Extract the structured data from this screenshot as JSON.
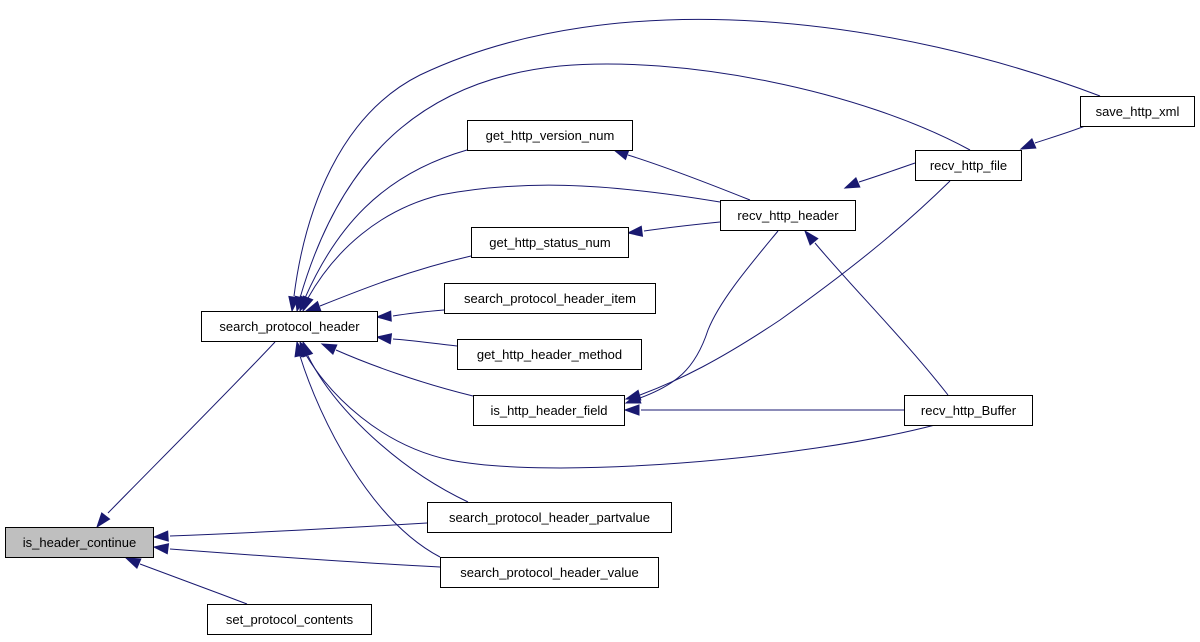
{
  "diagram": {
    "type": "call-graph",
    "colors": {
      "edge": "#191970",
      "node_border": "#000000",
      "node_fill": "#ffffff",
      "focus_fill": "#bfbfbf",
      "highlight_border": "#ff0000"
    },
    "nodes": [
      {
        "id": "is_header_continue",
        "label": "is_header_continue",
        "style": "focus"
      },
      {
        "id": "search_protocol_header",
        "label": "search_protocol_header",
        "style": "normal"
      },
      {
        "id": "set_protocol_contents",
        "label": "set_protocol_contents",
        "style": "normal"
      },
      {
        "id": "get_http_version_num",
        "label": "get_http_version_num",
        "style": "normal"
      },
      {
        "id": "get_http_status_num",
        "label": "get_http_status_num",
        "style": "normal"
      },
      {
        "id": "search_protocol_header_item",
        "label": "search_protocol_header_item",
        "style": "normal"
      },
      {
        "id": "get_http_header_method",
        "label": "get_http_header_method",
        "style": "normal"
      },
      {
        "id": "is_http_header_field",
        "label": "is_http_header_field",
        "style": "normal"
      },
      {
        "id": "search_protocol_header_partvalue",
        "label": "search_protocol_header_partvalue",
        "style": "normal"
      },
      {
        "id": "search_protocol_header_value",
        "label": "search_protocol_header_value",
        "style": "normal"
      },
      {
        "id": "recv_http_header",
        "label": "recv_http_header",
        "style": "highlight"
      },
      {
        "id": "recv_http_file",
        "label": "recv_http_file",
        "style": "normal"
      },
      {
        "id": "recv_http_Buffer",
        "label": "recv_http_Buffer",
        "style": "normal"
      },
      {
        "id": "save_http_xml",
        "label": "save_http_xml",
        "style": "normal"
      }
    ],
    "edges": [
      {
        "from": "search_protocol_header",
        "to": "is_header_continue"
      },
      {
        "from": "search_protocol_header_partvalue",
        "to": "is_header_continue"
      },
      {
        "from": "search_protocol_header_value",
        "to": "is_header_continue"
      },
      {
        "from": "set_protocol_contents",
        "to": "is_header_continue"
      },
      {
        "from": "save_http_xml",
        "to": "search_protocol_header"
      },
      {
        "from": "recv_http_file",
        "to": "search_protocol_header"
      },
      {
        "from": "get_http_version_num",
        "to": "search_protocol_header"
      },
      {
        "from": "recv_http_header",
        "to": "search_protocol_header"
      },
      {
        "from": "get_http_status_num",
        "to": "search_protocol_header"
      },
      {
        "from": "search_protocol_header_item",
        "to": "search_protocol_header"
      },
      {
        "from": "get_http_header_method",
        "to": "search_protocol_header"
      },
      {
        "from": "is_http_header_field",
        "to": "search_protocol_header"
      },
      {
        "from": "recv_http_Buffer",
        "to": "search_protocol_header"
      },
      {
        "from": "search_protocol_header_partvalue",
        "to": "search_protocol_header"
      },
      {
        "from": "search_protocol_header_value",
        "to": "search_protocol_header"
      },
      {
        "from": "recv_http_header",
        "to": "get_http_version_num"
      },
      {
        "from": "recv_http_header",
        "to": "get_http_status_num"
      },
      {
        "from": "recv_http_header",
        "to": "is_http_header_field"
      },
      {
        "from": "recv_http_file",
        "to": "is_http_header_field"
      },
      {
        "from": "recv_http_Buffer",
        "to": "is_http_header_field"
      },
      {
        "from": "recv_http_file",
        "to": "recv_http_header"
      },
      {
        "from": "recv_http_Buffer",
        "to": "recv_http_header"
      },
      {
        "from": "save_http_xml",
        "to": "recv_http_file"
      }
    ]
  }
}
